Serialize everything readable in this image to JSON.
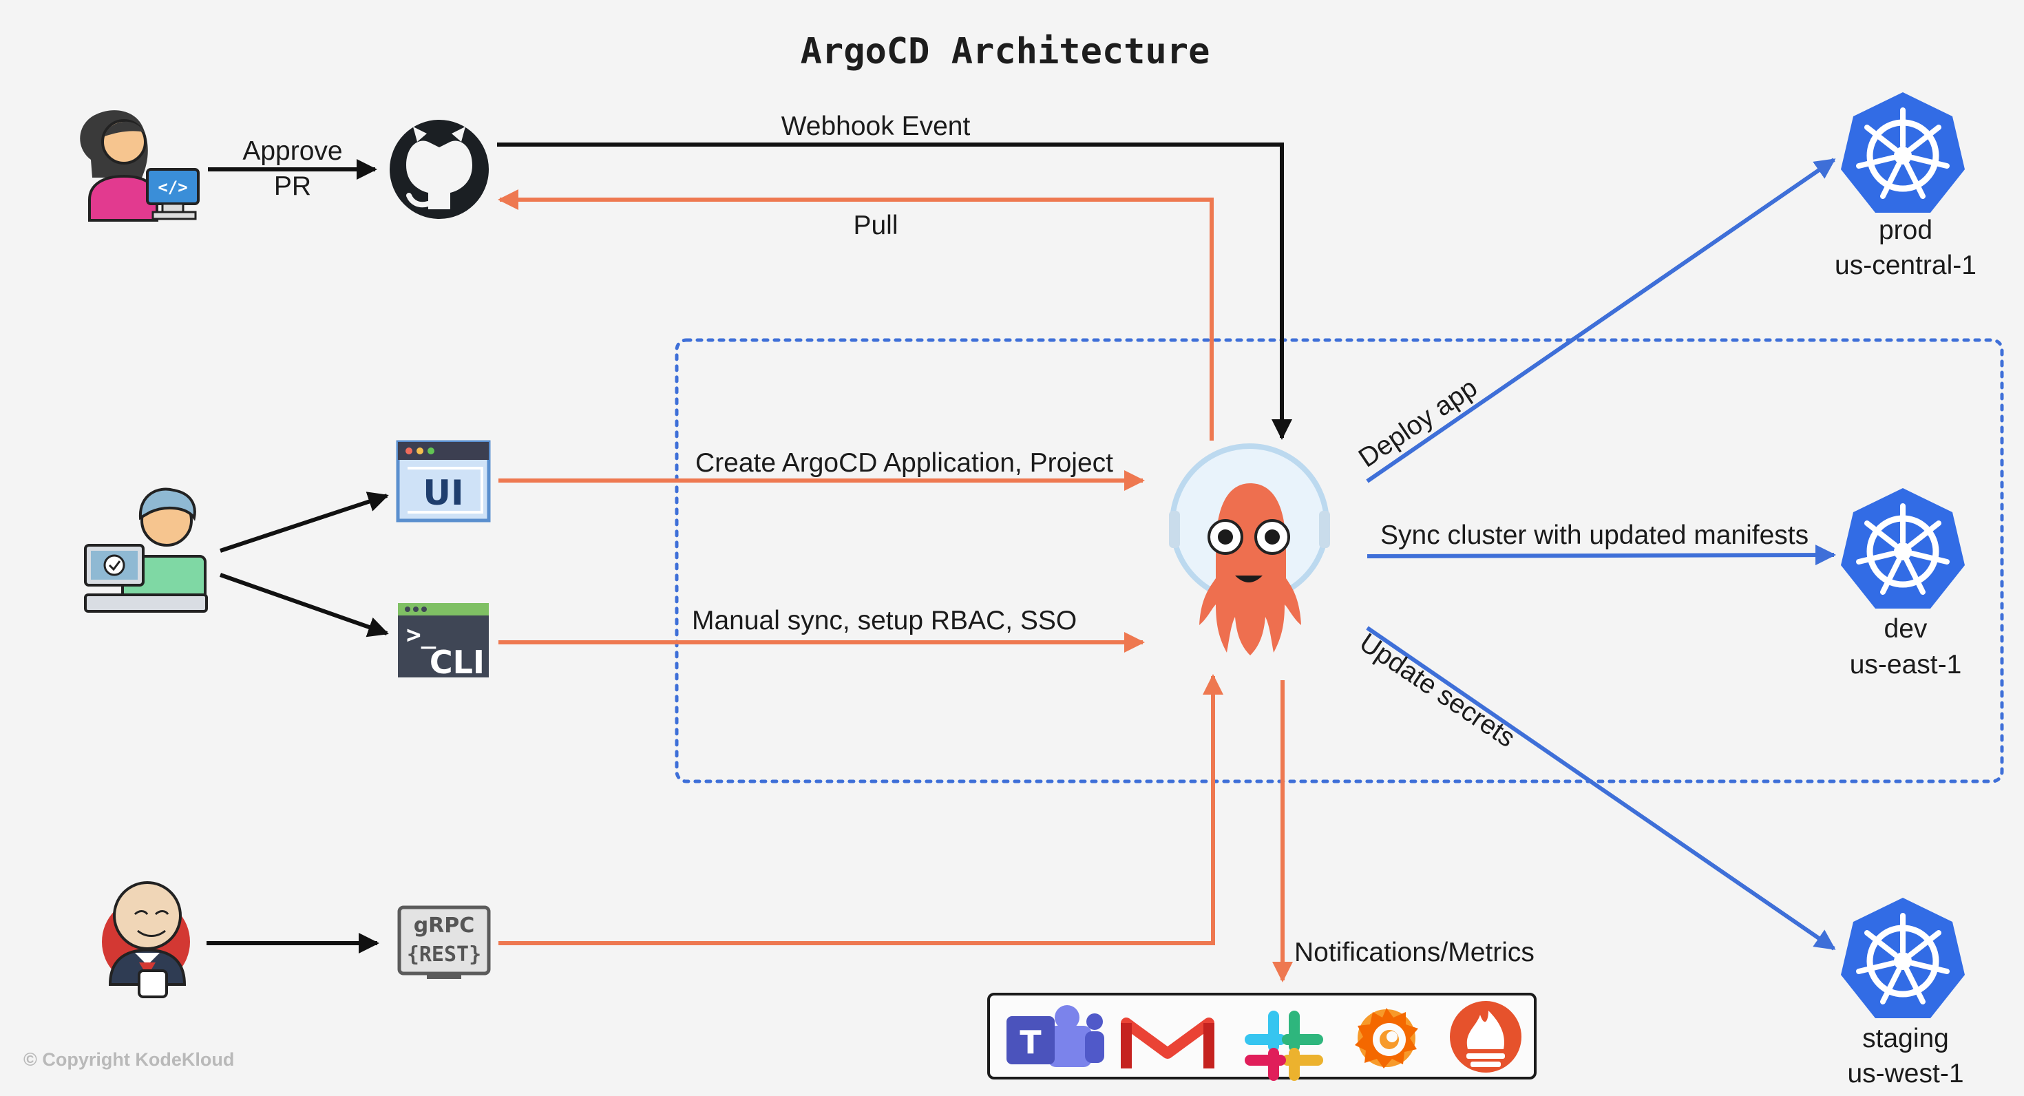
{
  "title": "ArgoCD Architecture",
  "edges": {
    "approve_pr": [
      "Approve",
      "PR"
    ],
    "webhook": "Webhook Event",
    "pull": "Pull",
    "create_app": "Create ArgoCD Application, Project",
    "manual_sync": "Manual sync, setup RBAC, SSO",
    "deploy_app": "Deploy app",
    "sync_cluster": "Sync cluster with updated manifests",
    "update_secrets": "Update secrets",
    "notifications": "Notifications/Metrics"
  },
  "tools": {
    "ui": "UI",
    "cli": "CLI",
    "cli_prompt": ">_",
    "grpc": "gRPC",
    "rest": "{REST}"
  },
  "clusters": [
    {
      "env": "prod",
      "region": "us-central-1"
    },
    {
      "env": "dev",
      "region": "us-east-1"
    },
    {
      "env": "staging",
      "region": "us-west-1"
    }
  ],
  "integrations": [
    {
      "name": "teams-icon",
      "glyph": "T"
    },
    {
      "name": "gmail-icon",
      "glyph": "M"
    },
    {
      "name": "slack-icon",
      "glyph": ""
    },
    {
      "name": "grafana-icon",
      "glyph": ""
    },
    {
      "name": "prometheus-icon",
      "glyph": ""
    }
  ],
  "copyright": "© Copyright KodeKloud",
  "colors": {
    "black_arrow": "#111111",
    "orange_arrow": "#ee7850",
    "blue_arrow": "#3e6fd8",
    "kubernetes": "#326ce5",
    "boundary": "#3e6fd8",
    "argo": "#ee6f4f"
  }
}
